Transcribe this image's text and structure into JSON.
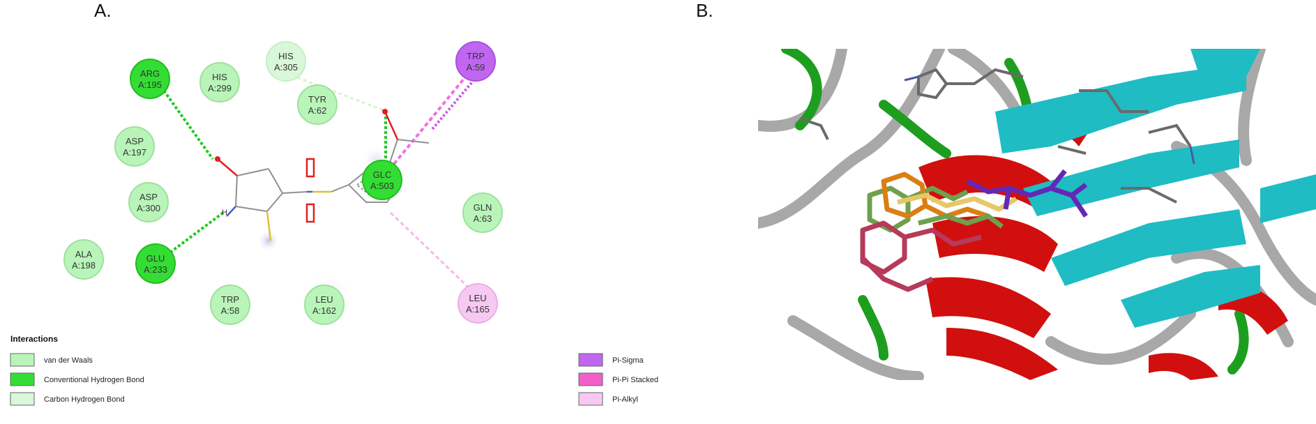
{
  "panel_labels": {
    "a": "A.",
    "b": "B."
  },
  "colors": {
    "vdw": "#b9f5b9",
    "hbond": "#33dd33",
    "chbond": "#d9f7d9",
    "pisigma": "#c066f0",
    "pistack": "#f060c8",
    "pialkyl": "#f6c8f2"
  },
  "residues": [
    {
      "name": "ARG",
      "id": "A:195",
      "type": "hbond"
    },
    {
      "name": "HIS",
      "id": "A:299",
      "type": "vdw"
    },
    {
      "name": "HIS",
      "id": "A:305",
      "type": "chbond"
    },
    {
      "name": "TYR",
      "id": "A:62",
      "type": "vdw"
    },
    {
      "name": "TRP",
      "id": "A:59",
      "type": "pisigma"
    },
    {
      "name": "ASP",
      "id": "A:197",
      "type": "vdw"
    },
    {
      "name": "GLC",
      "id": "A:503",
      "type": "hbond"
    },
    {
      "name": "ASP",
      "id": "A:300",
      "type": "vdw"
    },
    {
      "name": "GLN",
      "id": "A:63",
      "type": "vdw"
    },
    {
      "name": "ALA",
      "id": "A:198",
      "type": "vdw"
    },
    {
      "name": "GLU",
      "id": "A:233",
      "type": "hbond"
    },
    {
      "name": "TRP",
      "id": "A:58",
      "type": "vdw"
    },
    {
      "name": "LEU",
      "id": "A:162",
      "type": "vdw"
    },
    {
      "name": "LEU",
      "id": "A:165",
      "type": "pialkyl"
    }
  ],
  "atom_labels": {
    "h": "H"
  },
  "legend": {
    "title": "Interactions",
    "left": [
      {
        "label": "van der Waals",
        "type": "vdw"
      },
      {
        "label": "Conventional Hydrogen Bond",
        "type": "hbond"
      },
      {
        "label": "Carbon Hydrogen Bond",
        "type": "chbond"
      }
    ],
    "right": [
      {
        "label": "Pi-Sigma",
        "type": "pisigma"
      },
      {
        "label": "Pi-Pi Stacked",
        "type": "pistack"
      },
      {
        "label": "Pi-Alkyl",
        "type": "pialkyl"
      }
    ]
  }
}
